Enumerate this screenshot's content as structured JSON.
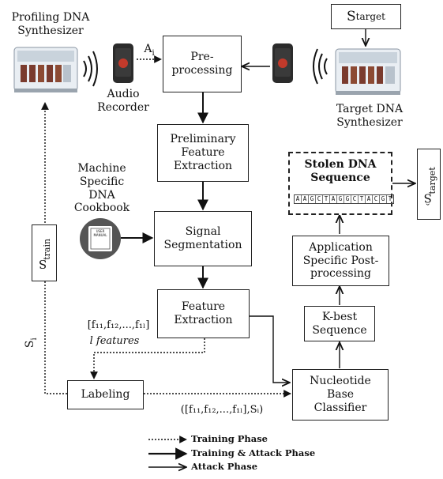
{
  "devices": {
    "profiling_synth": "Profiling DNA\nSynthesizer",
    "audio_recorder": "Audio\nRecorder",
    "target_synth": "Target DNA\nSynthesizer",
    "cookbook": "Machine\nSpecific\nDNA\nCookbook",
    "book_text": "USER\nMANUAL"
  },
  "boxes": {
    "preprocessing": "Pre-\nprocessing",
    "preliminary": "Preliminary\nFeature\nExtraction",
    "segmentation": "Signal\nSegmentation",
    "feature_extraction": "Feature\nExtraction",
    "labeling": "Labeling",
    "classifier": "Nucleotide\nBase\nClassifier",
    "kbest": "K-best\nSequence",
    "postprocessing": "Application\nSpecific Post-\nprocessing",
    "stolen": "Stolen DNA\nSequence",
    "s_target_main": "S",
    "s_target_sub": "target",
    "s_train_main": "S",
    "s_train_sub": "train",
    "s_hat_main": "Ŝ",
    "s_hat_sub": "target"
  },
  "labels": {
    "a_i_main": "A",
    "a_i_sub": "i",
    "s_i_main": "S",
    "s_i_sub": "i",
    "features_vector": "[f₁₁,f₁₂,...,f₁ₗ]",
    "l_features": "l features",
    "classifier_input": "([f₁₁,f₁₂,...,f₁ₗ],Sᵢ)"
  },
  "sequence_letters": [
    "A",
    "A",
    "G",
    "C",
    "T",
    "A",
    "G",
    "G",
    "C",
    "T",
    "A",
    "C",
    "G",
    "T"
  ],
  "legend": {
    "training": "Training Phase",
    "training_attack": "Training & Attack Phase",
    "attack": "Attack Phase"
  }
}
